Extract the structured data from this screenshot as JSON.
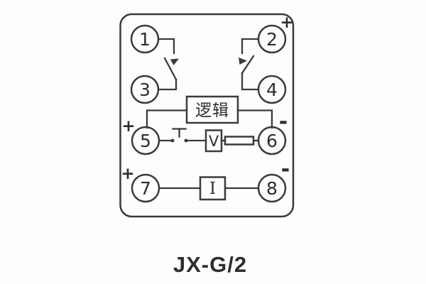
{
  "diagram": {
    "title": "JX-G/2",
    "logic_label": "逻辑",
    "voltmeter_label": "V",
    "ammeter_label": "I",
    "plus": "+",
    "minus": "-",
    "terminals": [
      {
        "label": "1"
      },
      {
        "label": "2"
      },
      {
        "label": "3"
      },
      {
        "label": "4"
      },
      {
        "label": "5"
      },
      {
        "label": "6"
      },
      {
        "label": "7"
      },
      {
        "label": "8"
      }
    ],
    "colors": {
      "line": "#3b3b3b",
      "text": "#2e2e2e",
      "background": "#ffffff"
    }
  }
}
